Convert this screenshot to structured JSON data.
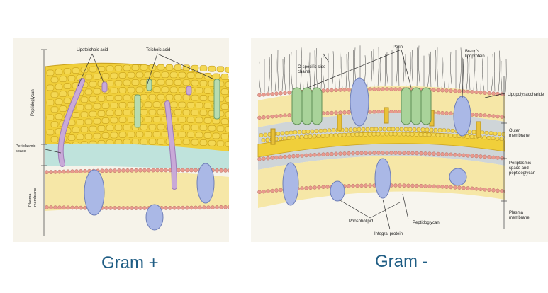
{
  "colors": {
    "peptidoglycan": "#f0cf3a",
    "periplasm": "#bfe3dc",
    "lipid_head": "#e99a8e",
    "protein": "#aab8e6",
    "porin": "#a9d39a",
    "teichoic": "#b7dcb1",
    "lipoteichoic": "#c9a9d8",
    "caption": "#1f5d84"
  },
  "gram_positive": {
    "caption": "Gram +",
    "labels": {
      "lipoteichoic_acid": "Lipoteichoic acid",
      "teichoic_acid": "Teichoic acid",
      "peptidoglycan": "Peptidoglycan",
      "periplasmic_space": "Periplasmic space",
      "plasma_membrane": "Plasma membrane"
    }
  },
  "gram_negative": {
    "caption": "Gram -",
    "labels": {
      "porin": "Porin",
      "o_specific": "O-specific side chains",
      "brauns": "Braun's lipoprotein",
      "lps": "Lipopolysaccharide",
      "outer_membrane": "Outer membrane",
      "periplasmic": "Periplasmic space and peptidoglycan",
      "plasma_membrane": "Plasma membrane",
      "phospholipid": "Phospholipid",
      "peptidoglycan": "Peptidoglycan",
      "integral_protein": "Integral protein"
    }
  }
}
